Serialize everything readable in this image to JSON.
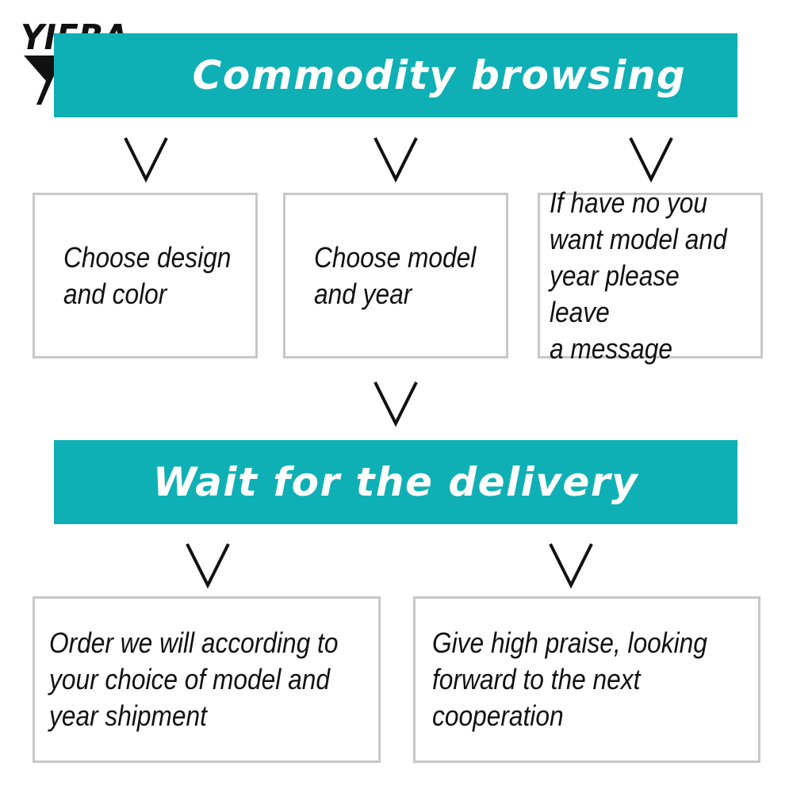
{
  "logo": {
    "text": "YIEBA",
    "icon": "yieba-logo-mark"
  },
  "steps": {
    "commodity_browsing": "Commodity browsing",
    "choose_design": "Choose design\nand color",
    "choose_model": "Choose model\nand year",
    "leave_message": "If have no you\nwant model and\nyear please leave\na message",
    "wait_delivery": "Wait for the delivery",
    "order_shipment": "Order we will according to\nyour choice of model and\nyear shipment",
    "high_praise": "Give high praise, looking\nforward to the next\ncooperation"
  },
  "colors": {
    "banner": "#0fb0b5",
    "box_border": "#c7c7c7",
    "text": "#111111"
  },
  "icons": {
    "connector": "chevron-down-icon"
  }
}
